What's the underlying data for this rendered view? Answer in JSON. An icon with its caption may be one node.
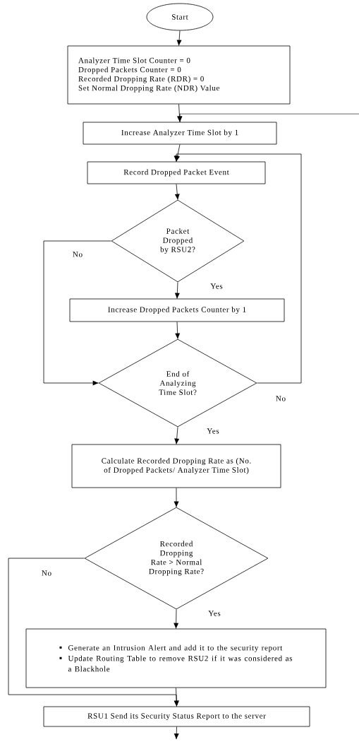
{
  "diagram": {
    "nodes": [
      {
        "text": [
          "Start"
        ]
      },
      {
        "text": [
          "Analyzer Time Slot Counter = 0",
          "Dropped Packets Counter = 0",
          "Recorded Dropping Rate (RDR) = 0",
          "Set Normal Dropping Rate (NDR) Value"
        ]
      },
      {
        "text": [
          "Increase Analyzer Time Slot by 1"
        ]
      },
      {
        "text": [
          "Record Dropped Packet Event"
        ]
      },
      {
        "text": [
          "Packet Dropped by RSU2?"
        ]
      },
      {
        "text": [
          "Increase Dropped Packets Counter by 1"
        ]
      },
      {
        "text": [
          "End of Analyzing Time Slot?"
        ]
      },
      {
        "text": [
          "Calculate Recorded Dropping Rate as (No. of Dropped Packets/ Analyzer Time Slot)"
        ]
      },
      {
        "text": [
          "Recorded Dropping Rate > Normal Dropping Rate?"
        ]
      },
      {
        "text": [
          "Generate an Intrusion Alert and add it to the security report",
          "Update Routing Table to remove RSU2 if it was considered as a Blackhole"
        ]
      },
      {
        "text": [
          "RSU1 Send its Security Status Report to the server"
        ]
      }
    ],
    "edges": [
      {
        "from": 0,
        "to": 1,
        "arrow": "to"
      },
      {
        "from": 1,
        "to": 2,
        "arrow": "to"
      },
      {
        "from": null,
        "to": 2,
        "arrow": "to"
      },
      {
        "from": 2,
        "to": 3,
        "arrow": "to"
      },
      {
        "from": 3,
        "to": 4,
        "arrow": "to"
      },
      {
        "from": 4,
        "to": 5,
        "arrow": "to",
        "label": "Yes"
      },
      {
        "from": 4,
        "to": 6,
        "arrow": "to",
        "label": "No"
      },
      {
        "from": 5,
        "to": 6,
        "arrow": "to"
      },
      {
        "from": 6,
        "to": 3,
        "arrow": "to",
        "label": "No"
      },
      {
        "from": 6,
        "to": 7,
        "arrow": "to",
        "label": "Yes"
      },
      {
        "from": 7,
        "to": 8,
        "arrow": "to"
      },
      {
        "from": 8,
        "to": 9,
        "arrow": "to",
        "label": "Yes"
      },
      {
        "from": 8,
        "to": 10,
        "arrow": "to",
        "label": "No"
      },
      {
        "from": 9,
        "to": 10,
        "arrow": "to"
      },
      {
        "from": 10,
        "to": null,
        "arrow": "to"
      }
    ]
  }
}
